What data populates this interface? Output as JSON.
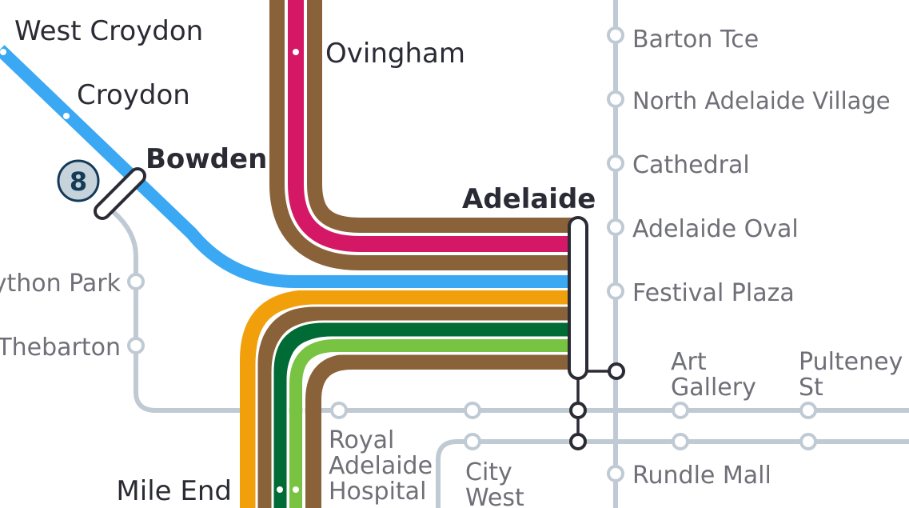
{
  "colors": {
    "gawler_blue": "#3aa8f2",
    "outer_harbor_brown": "#8a6239",
    "grange_magenta": "#d51865",
    "seaford_orange": "#f1a00b",
    "belair_dark_green": "#006b35",
    "flinders_light_green": "#78c342",
    "tram_grey": "#bfcad4",
    "interchange_outline": "#2b2b35",
    "label_dark": "#2b2b35",
    "label_grey": "#6f6f78",
    "badge_fill": "#c7d3db",
    "badge_text": "#143a5a"
  },
  "badge": {
    "text": "8"
  },
  "stations": {
    "west_croydon": "West Croydon",
    "croydon": "Croydon",
    "bowden": "Bowden",
    "ovingham": "Ovingham",
    "adelaide": "Adelaide",
    "thebarton": "Thebarton",
    "mile_end": "Mile End",
    "royal_adelaide_hospital": [
      "Royal",
      "Adelaide",
      "Hospital"
    ],
    "city_west": [
      "City",
      "West"
    ],
    "art_gallery": [
      "Art",
      "Gallery"
    ],
    "pulteney_st": [
      "Pulteney",
      "St"
    ],
    "barton_tce": "Barton Tce",
    "north_adelaide_village": "North Adelaide Village",
    "cathedral": "Cathedral",
    "adelaide_oval": "Adelaide Oval",
    "festival_plaza": "Festival Plaza",
    "rundle_mall": "Rundle Mall",
    "ython_park": "ython Park"
  }
}
